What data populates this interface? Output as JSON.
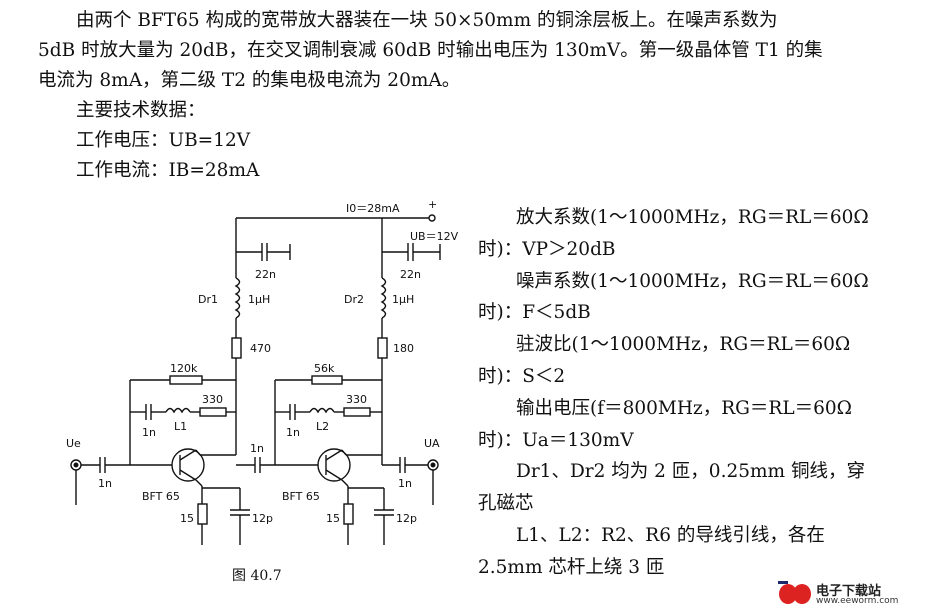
{
  "intro": {
    "line1": "由两个 BFT65 构成的宽带放大器装在一块 50×50mm 的铜涂层板上。在噪声系数为",
    "line2": "5dB 时放大量为 20dB，在交叉调制衰减 60dB 时输出电压为 130mV。第一级晶体管 T1 的集",
    "line3": "电流为 8mA，第二级 T2 的集电极电流为 20mA。",
    "line4": "主要技术数据：",
    "line5": "工作电压：UB=12V",
    "line6": "工作电流：IB=28mA"
  },
  "specs": [
    "放大系数(1～1000MHz，RG＝RL＝60Ω",
    "时)：VP＞20dB",
    "噪声系数(1～1000MHz，RG＝RL＝60Ω",
    "时)：F＜5dB",
    "驻波比(1～1000MHz，RG＝RL＝60Ω",
    "时)：S＜2",
    "输出电压(f＝800MHz，RG＝RL＝60Ω",
    "时)：Ua＝130mV",
    "Dr1、Dr2 均为 2 匝，0.25mm 铜线，穿",
    "孔磁芯",
    "L1、L2：R2、R6 的导线引线，各在",
    "2.5mm 芯杆上绕 3 匝"
  ],
  "circuit": {
    "i0": "I0＝28mA",
    "plus": "+",
    "ub": "UB＝12V",
    "c22n_a": "22n",
    "c22n_b": "22n",
    "dr1": "Dr1",
    "dr1_val": "1μH",
    "dr2": "Dr2",
    "dr2_val": "1μH",
    "r470": "470",
    "r180": "180",
    "r120k": "120k",
    "r56k": "56k",
    "r330a": "330",
    "r330b": "330",
    "l1": "L1",
    "l2": "L2",
    "c1n_a": "1n",
    "c1n_b": "1n",
    "c1n_c": "1n",
    "c1n_d": "1n",
    "c1n_e": "1n",
    "ue": "Ue",
    "ua": "UA",
    "t1": "BFT 65",
    "t2": "BFT 65",
    "r15a": "15",
    "r15b": "15",
    "c12p_a": "12p",
    "c12p_b": "12p"
  },
  "figure_caption": "图 40.7",
  "logo": {
    "main": "电子下载站",
    "sub": "www.eeworm.com"
  }
}
